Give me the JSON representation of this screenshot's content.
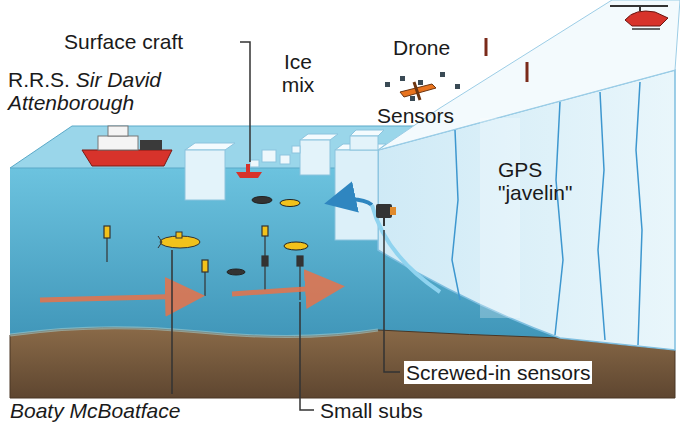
{
  "diagram": {
    "labels": [
      "Surface craft",
      "R.R.S.",
      "Sir David Attenborough",
      "Ice mix",
      "Drone",
      "Sensors",
      "GPS \"javelin\"",
      "Screwed-in sensors",
      "Boaty McBoatface",
      "Small subs"
    ]
  }
}
